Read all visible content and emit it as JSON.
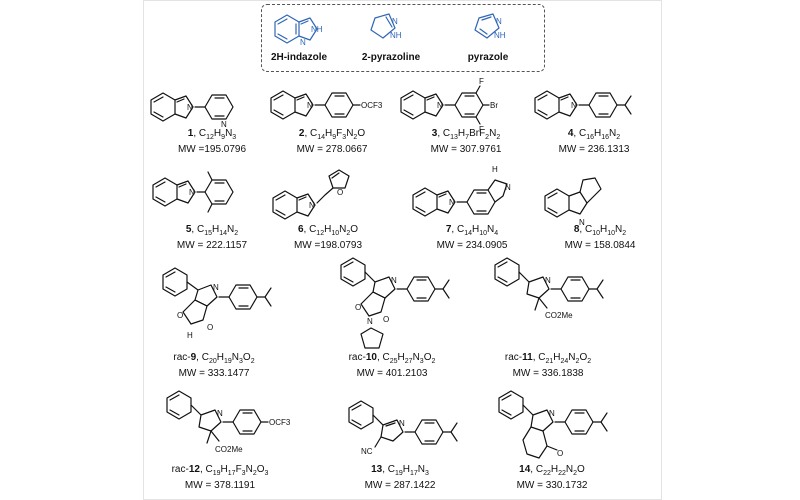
{
  "header": {
    "items": [
      {
        "label": "2H-indazole"
      },
      {
        "label": "2-pyrazoline"
      },
      {
        "label": "pyrazole"
      }
    ],
    "atoms": {
      "nh": "NH",
      "n": "N"
    }
  },
  "atoms": {
    "n": "N",
    "nh": "H",
    "o": "O",
    "f": "F",
    "br": "Br",
    "ocf3": "OCF3",
    "co2me": "CO2Me",
    "nc": "NC",
    "h": "H"
  },
  "compounds": [
    {
      "num": "1",
      "prefix": "",
      "formula": "C12H9N3",
      "mw": "MW =195.0796"
    },
    {
      "num": "2",
      "prefix": "",
      "formula": "C14H9F3N2O",
      "mw": "MW = 278.0667"
    },
    {
      "num": "3",
      "prefix": "",
      "formula": "C13H7BrF2N2",
      "mw": "MW = 307.9761"
    },
    {
      "num": "4",
      "prefix": "",
      "formula": "C16H16N2",
      "mw": "MW = 236.1313"
    },
    {
      "num": "5",
      "prefix": "",
      "formula": "C15H14N2",
      "mw": "MW = 222.1157"
    },
    {
      "num": "6",
      "prefix": "",
      "formula": "C12H10N2O",
      "mw": "MW =198.0793"
    },
    {
      "num": "7",
      "prefix": "",
      "formula": "C14H10N4",
      "mw": "MW = 234.0905"
    },
    {
      "num": "8",
      "prefix": "",
      "formula": "C10H10N2",
      "mw": "MW = 158.0844"
    },
    {
      "num": "9",
      "prefix": "rac-",
      "formula": "C20H19N3O2",
      "mw": "MW = 333.1477"
    },
    {
      "num": "10",
      "prefix": "rac-",
      "formula": "C25H27N3O2",
      "mw": "MW = 401.2103"
    },
    {
      "num": "11",
      "prefix": "rac-",
      "formula": "C21H24N2O2",
      "mw": "MW = 336.1838"
    },
    {
      "num": "12",
      "prefix": "rac-",
      "formula": "C19H17F3N2O3",
      "mw": "MW = 378.1191"
    },
    {
      "num": "13",
      "prefix": "",
      "formula": "C19H17N3",
      "mw": "MW = 287.1422"
    },
    {
      "num": "14",
      "prefix": "",
      "formula": "C22H22N2O",
      "mw": "MW = 330.1732"
    }
  ]
}
